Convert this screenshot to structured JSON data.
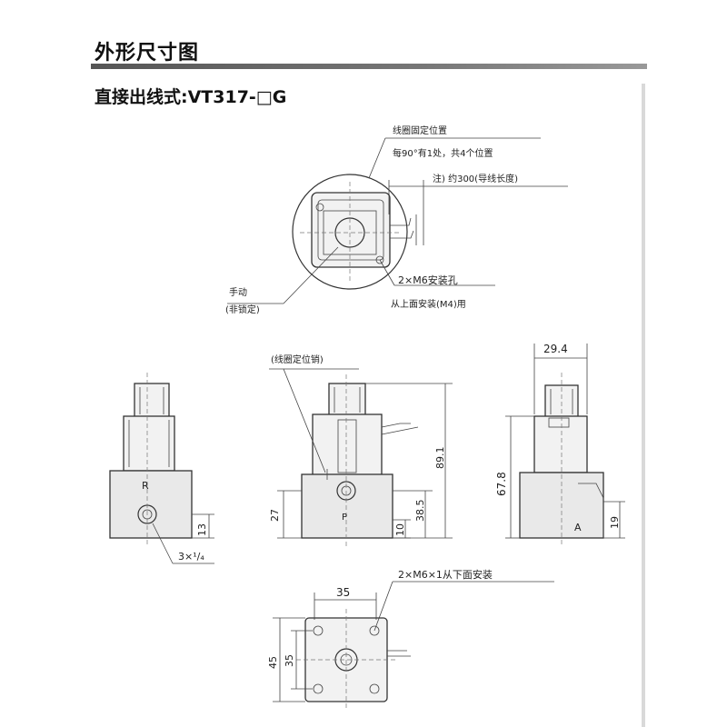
{
  "header": {
    "title": "外形尺寸图",
    "subtitle": "直接出线式:VT317-□G"
  },
  "annotations": {
    "coil_position": "线圈固定位置",
    "coil_position_note": "每90°有1处，共4个位置",
    "lead_length": "注) 约300(导线长度)",
    "mount_holes_top": "2×M6安装孔",
    "mount_holes_top_note": "从上面安装(M4)用",
    "manual": "手动",
    "manual_note": "(非锁定)",
    "coil_pin": "(线圈定位销)",
    "port_label": "3×¹/₄",
    "bottom_holes": "2×M6×1从下面安装",
    "port_r": "R",
    "port_p": "P",
    "port_a": "A"
  },
  "dimensions": {
    "d13": "13",
    "d27": "27",
    "d10": "10",
    "d38_5": "38.5",
    "d89_1": "89.1",
    "d29_4": "29.4",
    "d67_8": "67.8",
    "d19": "19",
    "d35_top": "35",
    "d45": "45",
    "d35_side": "35"
  }
}
